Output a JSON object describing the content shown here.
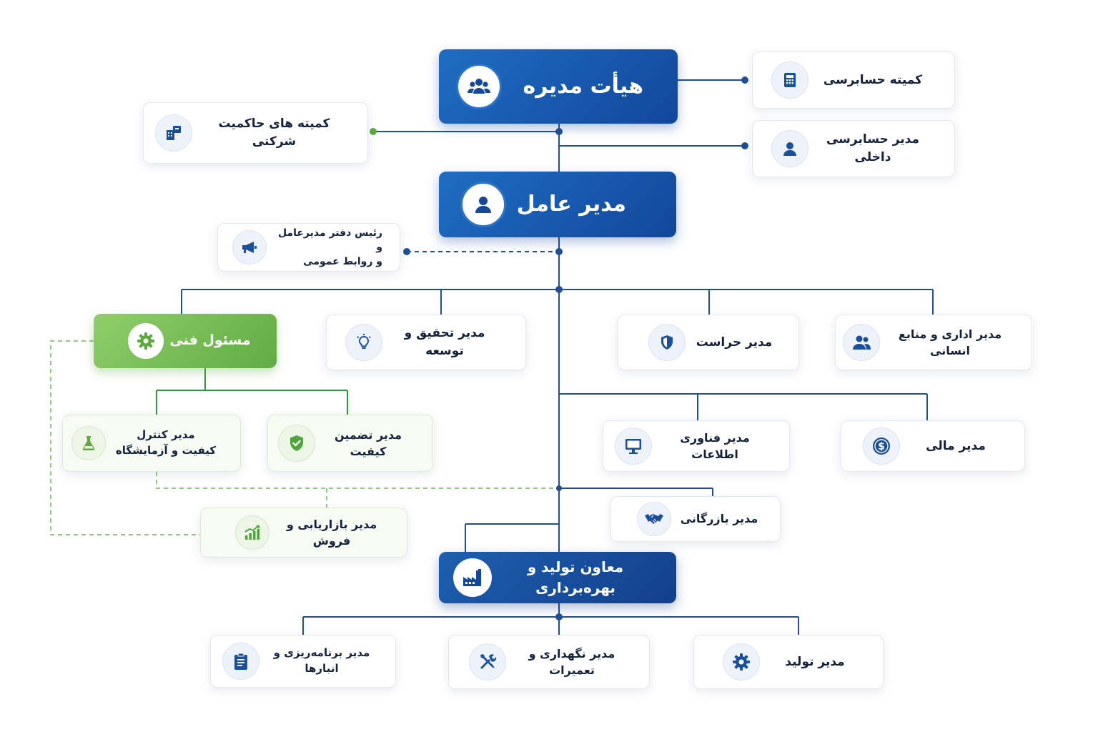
{
  "colors": {
    "primary": "#1a5bb0",
    "line": "#1f4f96",
    "green": "#6cb34d",
    "green_line": "#2f9a3a"
  },
  "nodes": {
    "board": {
      "label": "هیأت مدیره",
      "icon": "people-group-icon"
    },
    "ceo": {
      "label": "مدیر عامل",
      "icon": "user-icon"
    },
    "audit_committee": {
      "label": "کمیته حسابرسی",
      "icon": "calculator-icon"
    },
    "internal_audit": {
      "label": "مدیر حسابرسی داخلی",
      "icon": "user-icon"
    },
    "governance": {
      "label": "کمیته های حاکمیت شرکتی",
      "icon": "building-icon"
    },
    "pr_office": {
      "line1": "رئیس دفتر مدیرعامل و",
      "line2": "و روابط عمومی",
      "icon": "megaphone-icon"
    },
    "technical": {
      "label": "مسئول فنی",
      "icon": "gear-icon"
    },
    "rnd": {
      "label": "مدیر تحقیق و توسعه",
      "icon": "lightbulb-icon"
    },
    "security": {
      "label": "مدیر حراست",
      "icon": "shield-icon"
    },
    "hr": {
      "label": "مدیر اداری و منابع انسانی",
      "icon": "people-icon"
    },
    "qc": {
      "line1": "مدیر کنترل",
      "line2": "کیفیت و آزمایشگاه",
      "icon": "flask-icon"
    },
    "qa": {
      "label": "مدیر تضمین کیفیت",
      "icon": "shield-check-icon"
    },
    "it": {
      "label": "مدیر فناوری اطلاعات",
      "icon": "monitor-icon"
    },
    "finance": {
      "label": "مدیر مالی",
      "icon": "dollar-icon"
    },
    "marketing": {
      "label": "مدیر بازاریابی و فروش",
      "icon": "chart-growth-icon"
    },
    "commerce": {
      "label": "مدیر بازرگانی",
      "icon": "handshake-icon"
    },
    "deputy_production": {
      "label": "معاون تولید و بهره‌برداری",
      "icon": "factory-icon"
    },
    "planning": {
      "label": "مدیر برنامه‌ریزی و انبارها",
      "icon": "clipboard-icon"
    },
    "maintenance": {
      "label": "مدیر نگهداری و تعمیرات",
      "icon": "tools-icon"
    },
    "production": {
      "label": "مدیر تولید",
      "icon": "gear-icon"
    }
  }
}
